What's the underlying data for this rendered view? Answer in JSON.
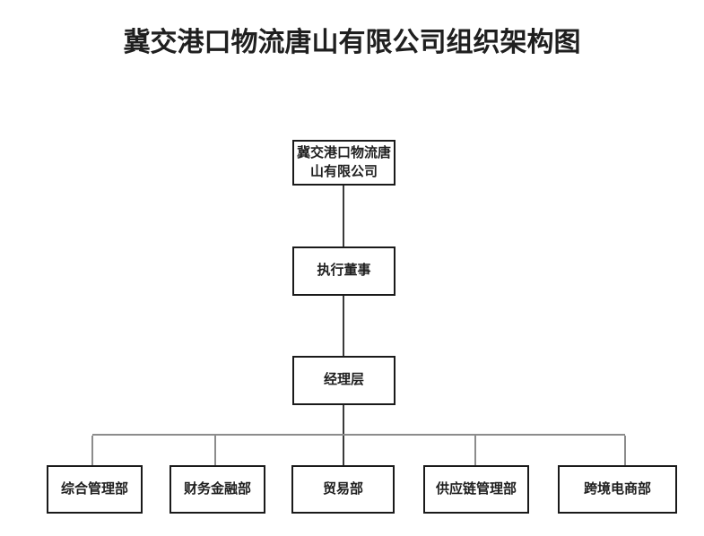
{
  "title": "冀交港口物流唐山有限公司组织架构图",
  "org_chart": {
    "company": {
      "label": "冀交港口物流唐\n山有限公司"
    },
    "executive_director": {
      "label": "执行董事"
    },
    "management": {
      "label": "经理层"
    },
    "departments": [
      {
        "label": "综合管理部"
      },
      {
        "label": "财务金融部"
      },
      {
        "label": "贸易部"
      },
      {
        "label": "供应链管理部"
      },
      {
        "label": "跨境电商部"
      }
    ]
  },
  "colors": {
    "background": "#ffffff",
    "text": "#1f1f1f",
    "box_border": "#1a1a1a",
    "connector": "#3a3a3a",
    "bracket": "#8c8c8c"
  }
}
